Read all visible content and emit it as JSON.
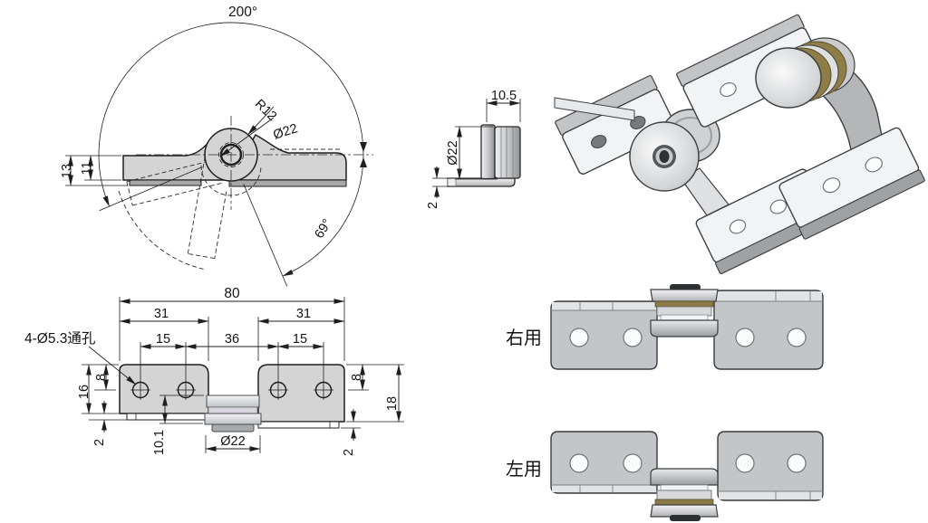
{
  "colors": {
    "part_fill": "#d4d4d4",
    "flange_strip": "#a8a8a8",
    "line": "#1f1f1f",
    "rendered_plate": "#c3c5c8",
    "rendered_highlight": "#e2e3e5",
    "brass_washer": "#8a7a45",
    "hole_fill": "#fbfcfc"
  },
  "rotation_view": {
    "total_angle": "200°",
    "radius": "R12",
    "hub_diameter": "Ø22",
    "open_angle": "69°",
    "height_with_flange": "13",
    "height_plate": "11"
  },
  "side_view": {
    "width": "10.5",
    "diameter": "Ø22",
    "thickness": "2"
  },
  "plan_view": {
    "overall": "80",
    "left_span": "31",
    "right_span": "31",
    "left_pitch": "15",
    "center_span": "36",
    "right_pitch": "15",
    "hole_note": "4-Ø5.3通孔",
    "left_height": "16",
    "left_hole_offset": "8",
    "left_flange": "2",
    "hub_drop": "10.1",
    "hub_dia": "Ø22",
    "right_hole_offset": "8",
    "right_height": "18",
    "right_flange": "2"
  },
  "orientation_views": {
    "right_hand": "右用",
    "left_hand": "左用"
  }
}
